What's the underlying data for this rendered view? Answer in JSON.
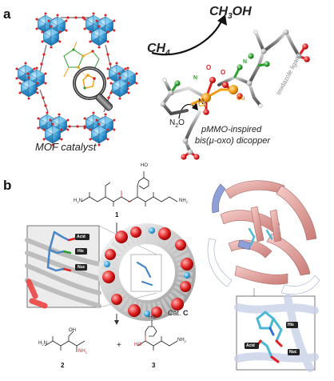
{
  "panel_a": {
    "letter": "a",
    "mof_caption": "MOF catalyst",
    "ch4": "CH",
    "ch4_sub": "4",
    "ch3oh": "CH",
    "ch3oh_sub": "3",
    "ch3oh_tail": "OH",
    "n2o": "N",
    "n2o_sub": "2",
    "n2o_tail": "O",
    "n2": "N",
    "n2_sub": "2",
    "imidazole": "Imidazole ligand",
    "pmmo_line1": "pMMO-inspired",
    "pmmo_line2": "bis(μ-oxo) dicopper",
    "atom_o": "O",
    "atom_cu": "Cu",
    "atom_n": "N"
  },
  "panel_b": {
    "letter": "b",
    "cpd1": "1",
    "cpd2": "2",
    "cpd3": "3",
    "plus": "+",
    "cat_label": "Cat.",
    "cat_letter": "C",
    "acid": "Acid",
    "his": "His",
    "nuc": "Nuc",
    "ho": "HO",
    "oh": "OH",
    "nh2": "NH",
    "nh2_sub": "2",
    "h2n": "H",
    "h2n_sub": "2",
    "h2n_tail": "N",
    "o": "O"
  },
  "colors": {
    "cu": "#f39c12",
    "oxygen": "#e02020",
    "nitrogen": "#2ca02c",
    "mof_blue": "#3fa9e0",
    "ribbon_pink": "#e8a9a5",
    "stick_blue": "#4a86c5",
    "annot": "#888888"
  }
}
